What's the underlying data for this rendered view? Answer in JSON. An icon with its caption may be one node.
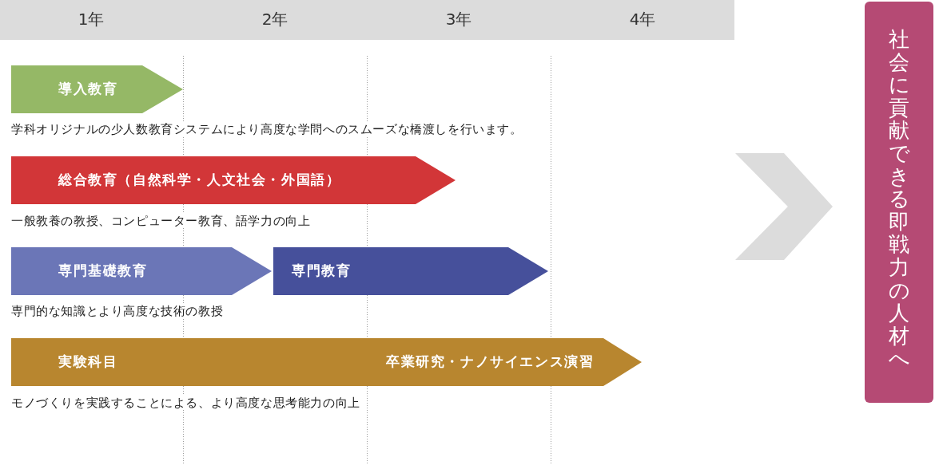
{
  "diagram": {
    "nodes": [
      {
        "text": [
          "1年",
          "2年",
          "3年",
          "4年"
        ]
      },
      {
        "text": [
          "導入教育"
        ],
        "beside": [
          "学科オリジナルの少人数教育システムにより高度な学問へのスムーズな橋渡しを行います。"
        ]
      },
      {
        "text": [
          "総合教育（自然科学・人文社会・外国語）"
        ],
        "beside": [
          "一般教養の教授、コンピューター教育、語学力の向上"
        ]
      },
      {
        "text": [
          "専門基礎教育"
        ],
        "beside": [
          "専門的な知識とより高度な技術の教授"
        ]
      },
      {
        "text": [
          "専門教育"
        ]
      },
      {
        "text": [
          "実験科目",
          "卒業研究・ナノサイエンス演習"
        ],
        "beside": [
          "モノづくりを実践することによる、より高度な思考能力の向上"
        ]
      },
      {
        "text": [],
        "shape": "chevron"
      },
      {
        "text": [
          "社会に貢献できる即戦力の人材へ"
        ]
      }
    ]
  }
}
